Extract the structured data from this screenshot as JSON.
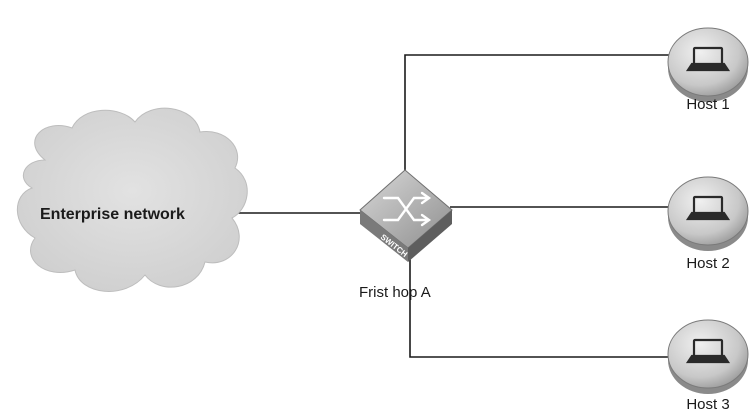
{
  "cloud": {
    "label": "Enterprise network"
  },
  "switch": {
    "label": "Frist hop A",
    "face_text": "SWITCH"
  },
  "hosts": [
    {
      "label": "Host 1"
    },
    {
      "label": "Host 2"
    },
    {
      "label": "Host 3"
    }
  ],
  "colors": {
    "link": "#1a1a1a",
    "cloud": "#d9d9d9",
    "device": "#8c8c8c"
  }
}
